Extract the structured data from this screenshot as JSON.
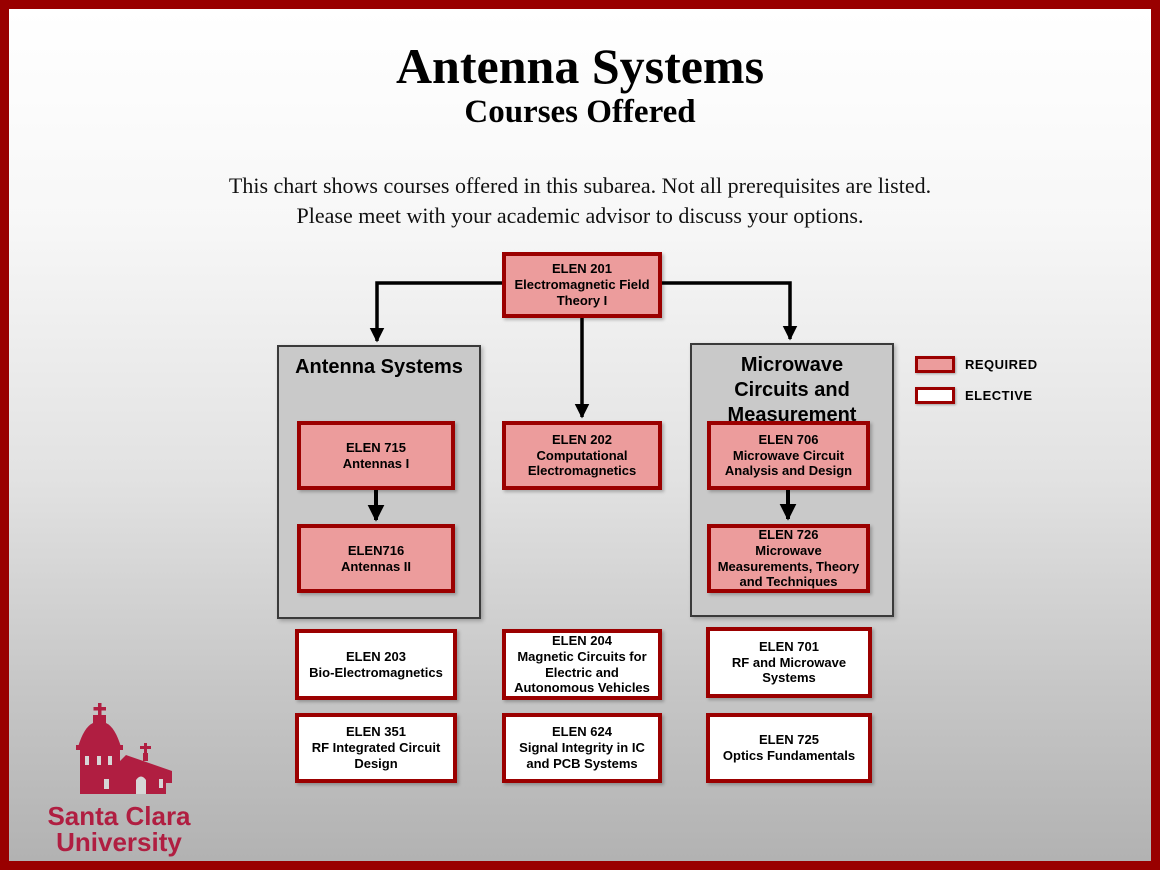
{
  "page": {
    "title": "Antenna Systems",
    "subtitle": "Courses Offered",
    "description_line1": "This chart shows courses offered in this subarea. Not all prerequisites are listed.",
    "description_line2": "Please meet with your academic advisor to discuss your options."
  },
  "colors": {
    "page_border": "#990000",
    "box_border": "#9b0000",
    "required_fill": "#ec9c9c",
    "elective_fill": "#ffffff",
    "group_fill": "#c9c9c9",
    "scu_red": "#b01e41",
    "connector": "#000000"
  },
  "root_course": {
    "code": "ELEN 201",
    "name": "Electromagnetic Field Theory I",
    "type": "required"
  },
  "middle_course": {
    "code": "ELEN 202",
    "name": "Computational Electromagnetics",
    "type": "required"
  },
  "groups": [
    {
      "title": "Antenna Systems",
      "courses": [
        {
          "code": "ELEN 715",
          "name": "Antennas I",
          "type": "required"
        },
        {
          "code": "ELEN716",
          "name": "Antennas II",
          "type": "required"
        }
      ]
    },
    {
      "title": "Microwave Circuits and Measurement",
      "courses": [
        {
          "code": "ELEN 706",
          "name": "Microwave Circuit Analysis and Design",
          "type": "required"
        },
        {
          "code": "ELEN 726",
          "name": "Microwave Measurements, Theory and Techniques",
          "type": "required"
        }
      ]
    }
  ],
  "electives": [
    {
      "code": "ELEN 203",
      "name": "Bio-Electromagnetics"
    },
    {
      "code": "ELEN 351",
      "name": "RF Integrated Circuit Design"
    },
    {
      "code": "ELEN 204",
      "name": "Magnetic Circuits for Electric and Autonomous Vehicles"
    },
    {
      "code": "ELEN 624",
      "name": "Signal Integrity in IC and PCB Systems"
    },
    {
      "code": "ELEN 701",
      "name": "RF and Microwave Systems"
    },
    {
      "code": "ELEN 725",
      "name": "Optics Fundamentals"
    }
  ],
  "legend": {
    "required_label": "REQUIRED",
    "elective_label": "ELECTIVE"
  },
  "logo": {
    "line1": "Santa Clara",
    "line2": "University"
  }
}
